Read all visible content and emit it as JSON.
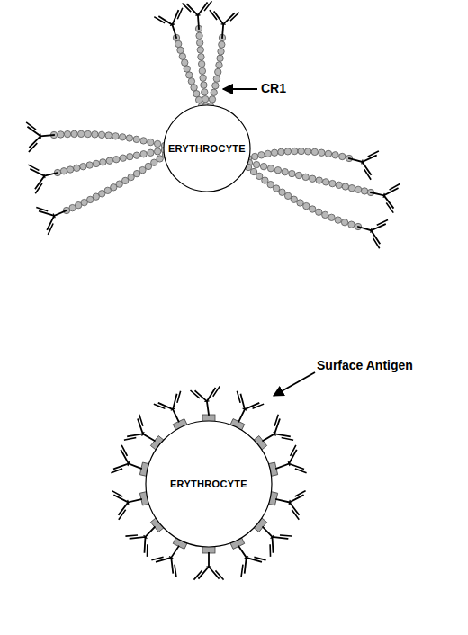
{
  "diagram": {
    "nodes": [
      {
        "text": [
          "ERYTHROCYTE"
        ]
      },
      {
        "text": [
          "ERYTHROCYTE"
        ]
      }
    ],
    "labels": [
      "CR1",
      "Surface Antigen"
    ]
  }
}
